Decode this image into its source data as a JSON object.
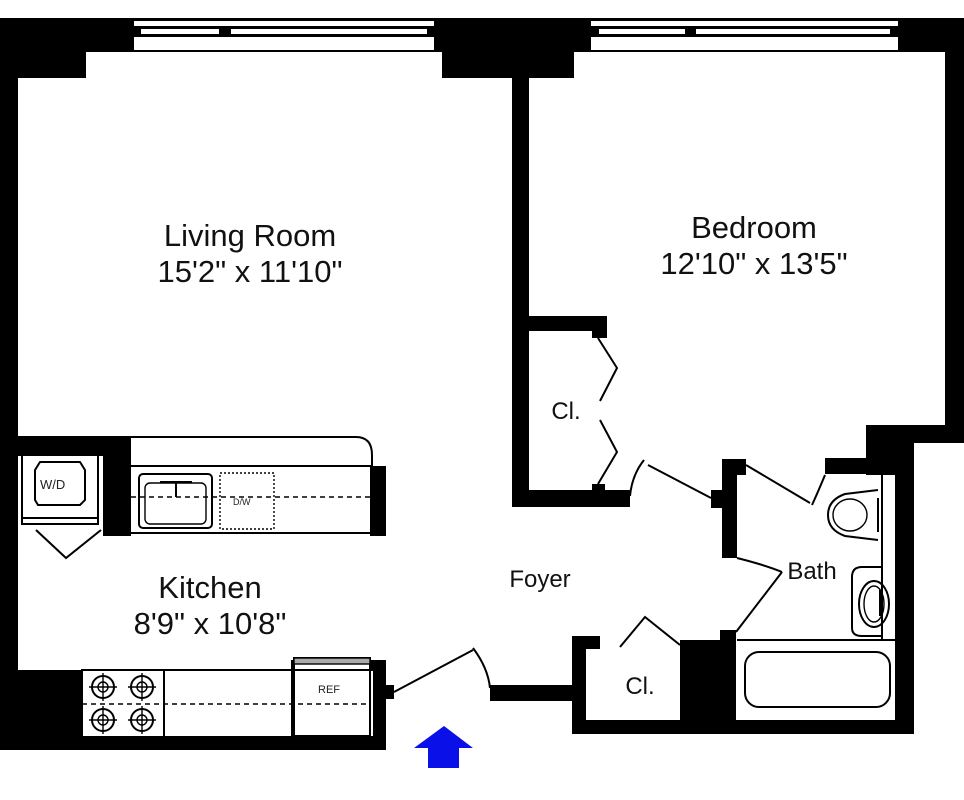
{
  "floorplan": {
    "rooms": {
      "living_room": {
        "name": "Living Room",
        "dimensions": "15'2\" x 11'10\""
      },
      "bedroom": {
        "name": "Bedroom",
        "dimensions": "12'10\" x 13'5\""
      },
      "kitchen": {
        "name": "Kitchen",
        "dimensions": "8'9\" x 10'8\""
      },
      "foyer": {
        "name": "Foyer"
      },
      "bath": {
        "name": "Bath"
      },
      "closet_bedroom": {
        "name": "Cl."
      },
      "closet_foyer": {
        "name": "Cl."
      }
    },
    "fixtures": {
      "washer_dryer": "W/D",
      "dishwasher": "D/W",
      "refrigerator": "REF"
    },
    "entrance_arrow": {
      "icon": "entrance-arrow-icon",
      "color": "#0a10e8"
    },
    "colors": {
      "walls": "#000000",
      "background": "#ffffff"
    }
  }
}
